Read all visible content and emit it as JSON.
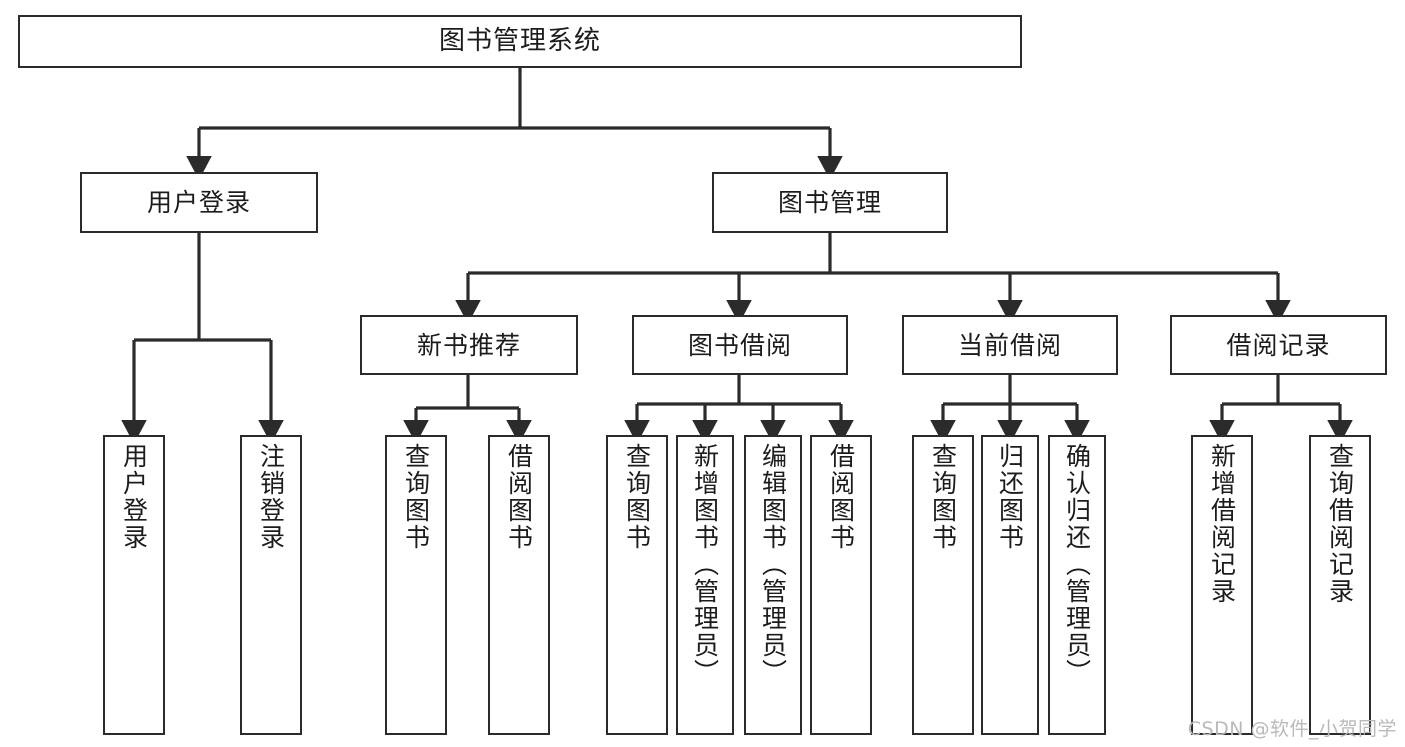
{
  "diagram": {
    "title": "图书管理系统",
    "type": "tree-hierarchy-chart",
    "watermark": "CSDN @软件_小贺同学",
    "colors": {
      "box_border": "#2b2b2b",
      "box_fill": "#ffffff",
      "edge": "#2b2b2b",
      "text": "#1c1c1c",
      "watermark": "#b9b9b9"
    },
    "nodes": {
      "root": {
        "label": "图书管理系统"
      },
      "level2": [
        {
          "label": "用户登录"
        },
        {
          "label": "图书管理"
        }
      ],
      "level3": [
        {
          "label": "新书推荐"
        },
        {
          "label": "图书借阅"
        },
        {
          "label": "当前借阅"
        },
        {
          "label": "借阅记录"
        }
      ],
      "leaves": {
        "user_login": [
          {
            "label": "用户登录"
          },
          {
            "label": "注销登录"
          }
        ],
        "new_book": [
          {
            "label": "查询图书"
          },
          {
            "label": "借阅图书"
          }
        ],
        "borrow_book": [
          {
            "label": "查询图书"
          },
          {
            "label": "新增图书（管理员）"
          },
          {
            "label": "编辑图书（管理员）"
          },
          {
            "label": "借阅图书"
          }
        ],
        "current_borrow": [
          {
            "label": "查询图书"
          },
          {
            "label": "归还图书"
          },
          {
            "label": "确认归还（管理员）"
          }
        ],
        "borrow_record": [
          {
            "label": "新增借阅记录"
          },
          {
            "label": "查询借阅记录"
          }
        ]
      }
    }
  }
}
